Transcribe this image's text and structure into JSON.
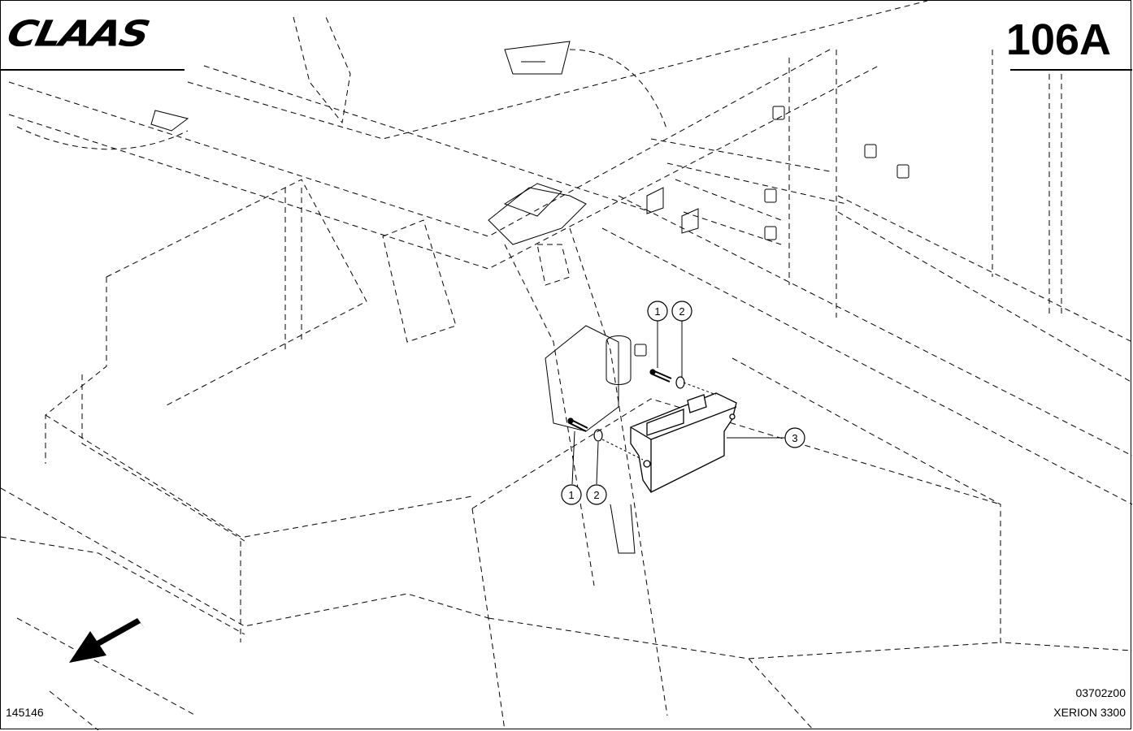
{
  "header": {
    "brand": "CLAAS",
    "page_number": "106A"
  },
  "footer": {
    "figure_id": "145146",
    "drawing_code": "03702z00",
    "model": "XERION 3300"
  },
  "callouts": [
    {
      "id": "c1-upper",
      "label": "1"
    },
    {
      "id": "c2-upper",
      "label": "2"
    },
    {
      "id": "c1-lower",
      "label": "1"
    },
    {
      "id": "c2-lower",
      "label": "2"
    },
    {
      "id": "c3",
      "label": "3"
    }
  ],
  "icons": {
    "direction_arrow": "arrow-down-left-icon"
  }
}
